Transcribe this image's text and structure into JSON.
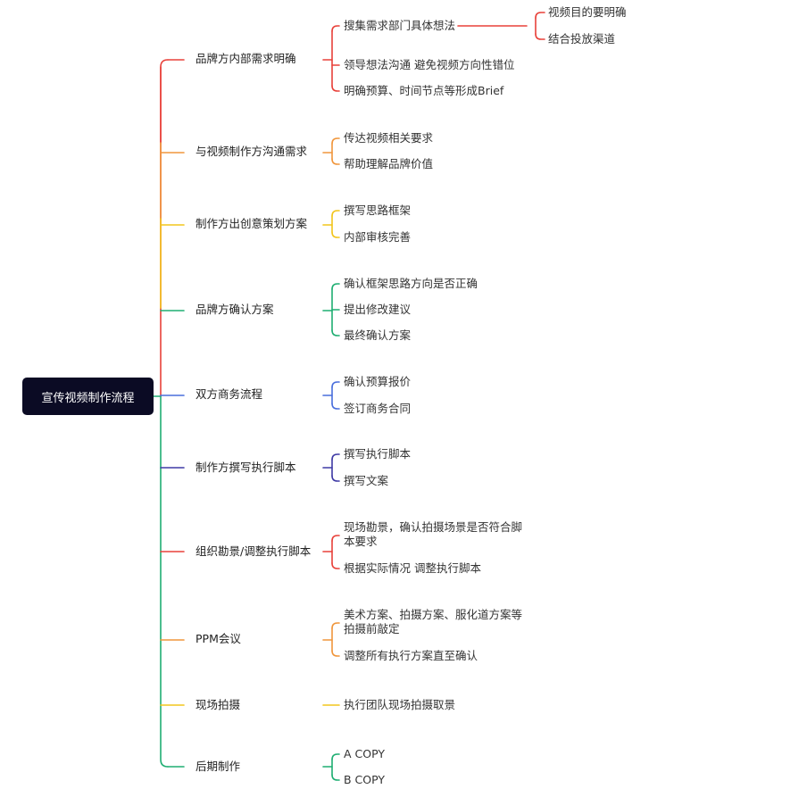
{
  "root": {
    "label": "宣传视频制作流程",
    "color": "#0b0b24"
  },
  "branches": [
    {
      "label": "品牌方内部需求明确",
      "color": "#e8413a",
      "children": [
        {
          "label": "搜集需求部门具体想法",
          "children": [
            "视频目的要明确",
            "结合投放渠道"
          ]
        },
        {
          "label": "领导想法沟通 避免视频方向性错位",
          "children": []
        },
        {
          "label": "明确预算、时间节点等形成Brief",
          "children": []
        }
      ]
    },
    {
      "label": "与视频制作方沟通需求",
      "color": "#f0963c",
      "children": [
        {
          "label": "传达视频相关要求",
          "children": []
        },
        {
          "label": "帮助理解品牌价值",
          "children": []
        }
      ]
    },
    {
      "label": "制作方出创意策划方案",
      "color": "#f2c51d",
      "children": [
        {
          "label": "撰写思路框架",
          "children": []
        },
        {
          "label": "内部审核完善",
          "children": []
        }
      ]
    },
    {
      "label": "品牌方确认方案",
      "color": "#1fae72",
      "children": [
        {
          "label": "确认框架思路方向是否正确",
          "children": []
        },
        {
          "label": "提出修改建议",
          "children": []
        },
        {
          "label": "最终确认方案",
          "children": []
        }
      ]
    },
    {
      "label": "双方商务流程",
      "color": "#4a6fdc",
      "children": [
        {
          "label": "确认预算报价",
          "children": []
        },
        {
          "label": "签订商务合同",
          "children": []
        }
      ]
    },
    {
      "label": "制作方撰写执行脚本",
      "color": "#3f3aa5",
      "children": [
        {
          "label": "撰写执行脚本",
          "children": []
        },
        {
          "label": "撰写文案",
          "children": []
        }
      ]
    },
    {
      "label": "组织勘景/调整执行脚本",
      "color": "#e8413a",
      "children": [
        {
          "label": "现场勘景，确认拍摄场景是否符合脚本要求",
          "children": []
        },
        {
          "label": "根据实际情况 调整执行脚本",
          "children": []
        }
      ]
    },
    {
      "label": "PPM会议",
      "color": "#f0963c",
      "children": [
        {
          "label": "美术方案、拍摄方案、服化道方案等拍摄前敲定",
          "children": []
        },
        {
          "label": "调整所有执行方案直至确认",
          "children": []
        }
      ]
    },
    {
      "label": "现场拍摄",
      "color": "#f2c51d",
      "children": [
        {
          "label": "执行团队现场拍摄取景",
          "children": []
        }
      ]
    },
    {
      "label": "后期制作",
      "color": "#1fae72",
      "children": [
        {
          "label": "A COPY",
          "children": []
        },
        {
          "label": "B COPY",
          "children": []
        }
      ]
    }
  ]
}
